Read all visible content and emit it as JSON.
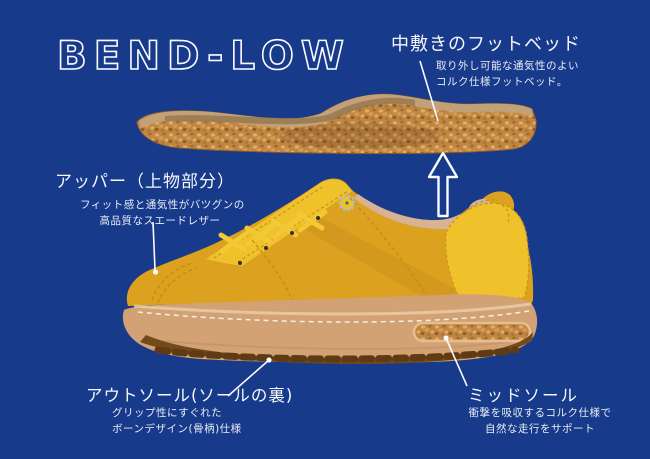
{
  "title": "BEND-LOW",
  "labels": {
    "footbed": {
      "title": "中敷きのフットベッド",
      "desc1": "取り外し可能な通気性のよい",
      "desc2": "コルク仕様フットベッド。"
    },
    "upper": {
      "title": "アッパー（上物部分）",
      "desc1": "フィット感と通気性がバツグンの",
      "desc2": "高品質なスエードレザー"
    },
    "outsole": {
      "title": "アウトソール(ソールの裏)",
      "desc1": "グリップ性にすぐれた",
      "desc2": "ボーンデザイン(骨柄)仕様"
    },
    "midsole": {
      "title": "ミッドソール",
      "desc1": "衝撃を吸収するコルク仕様で",
      "desc2": "自然な走行をサポート"
    }
  },
  "icons": {
    "arrow_up": "up-arrow indicating footbed lifts out of shoe"
  },
  "colors": {
    "background": "#183A8B",
    "text": "#F5F7FA",
    "shoe_body": "#DCA11F",
    "lace_panel": "#EFC12B",
    "laces": "#F2C935",
    "midsole_tan": "#D2A174",
    "cork": "#C08642",
    "tread_brown": "#744A1D",
    "collar_lining": "#D8B295"
  }
}
